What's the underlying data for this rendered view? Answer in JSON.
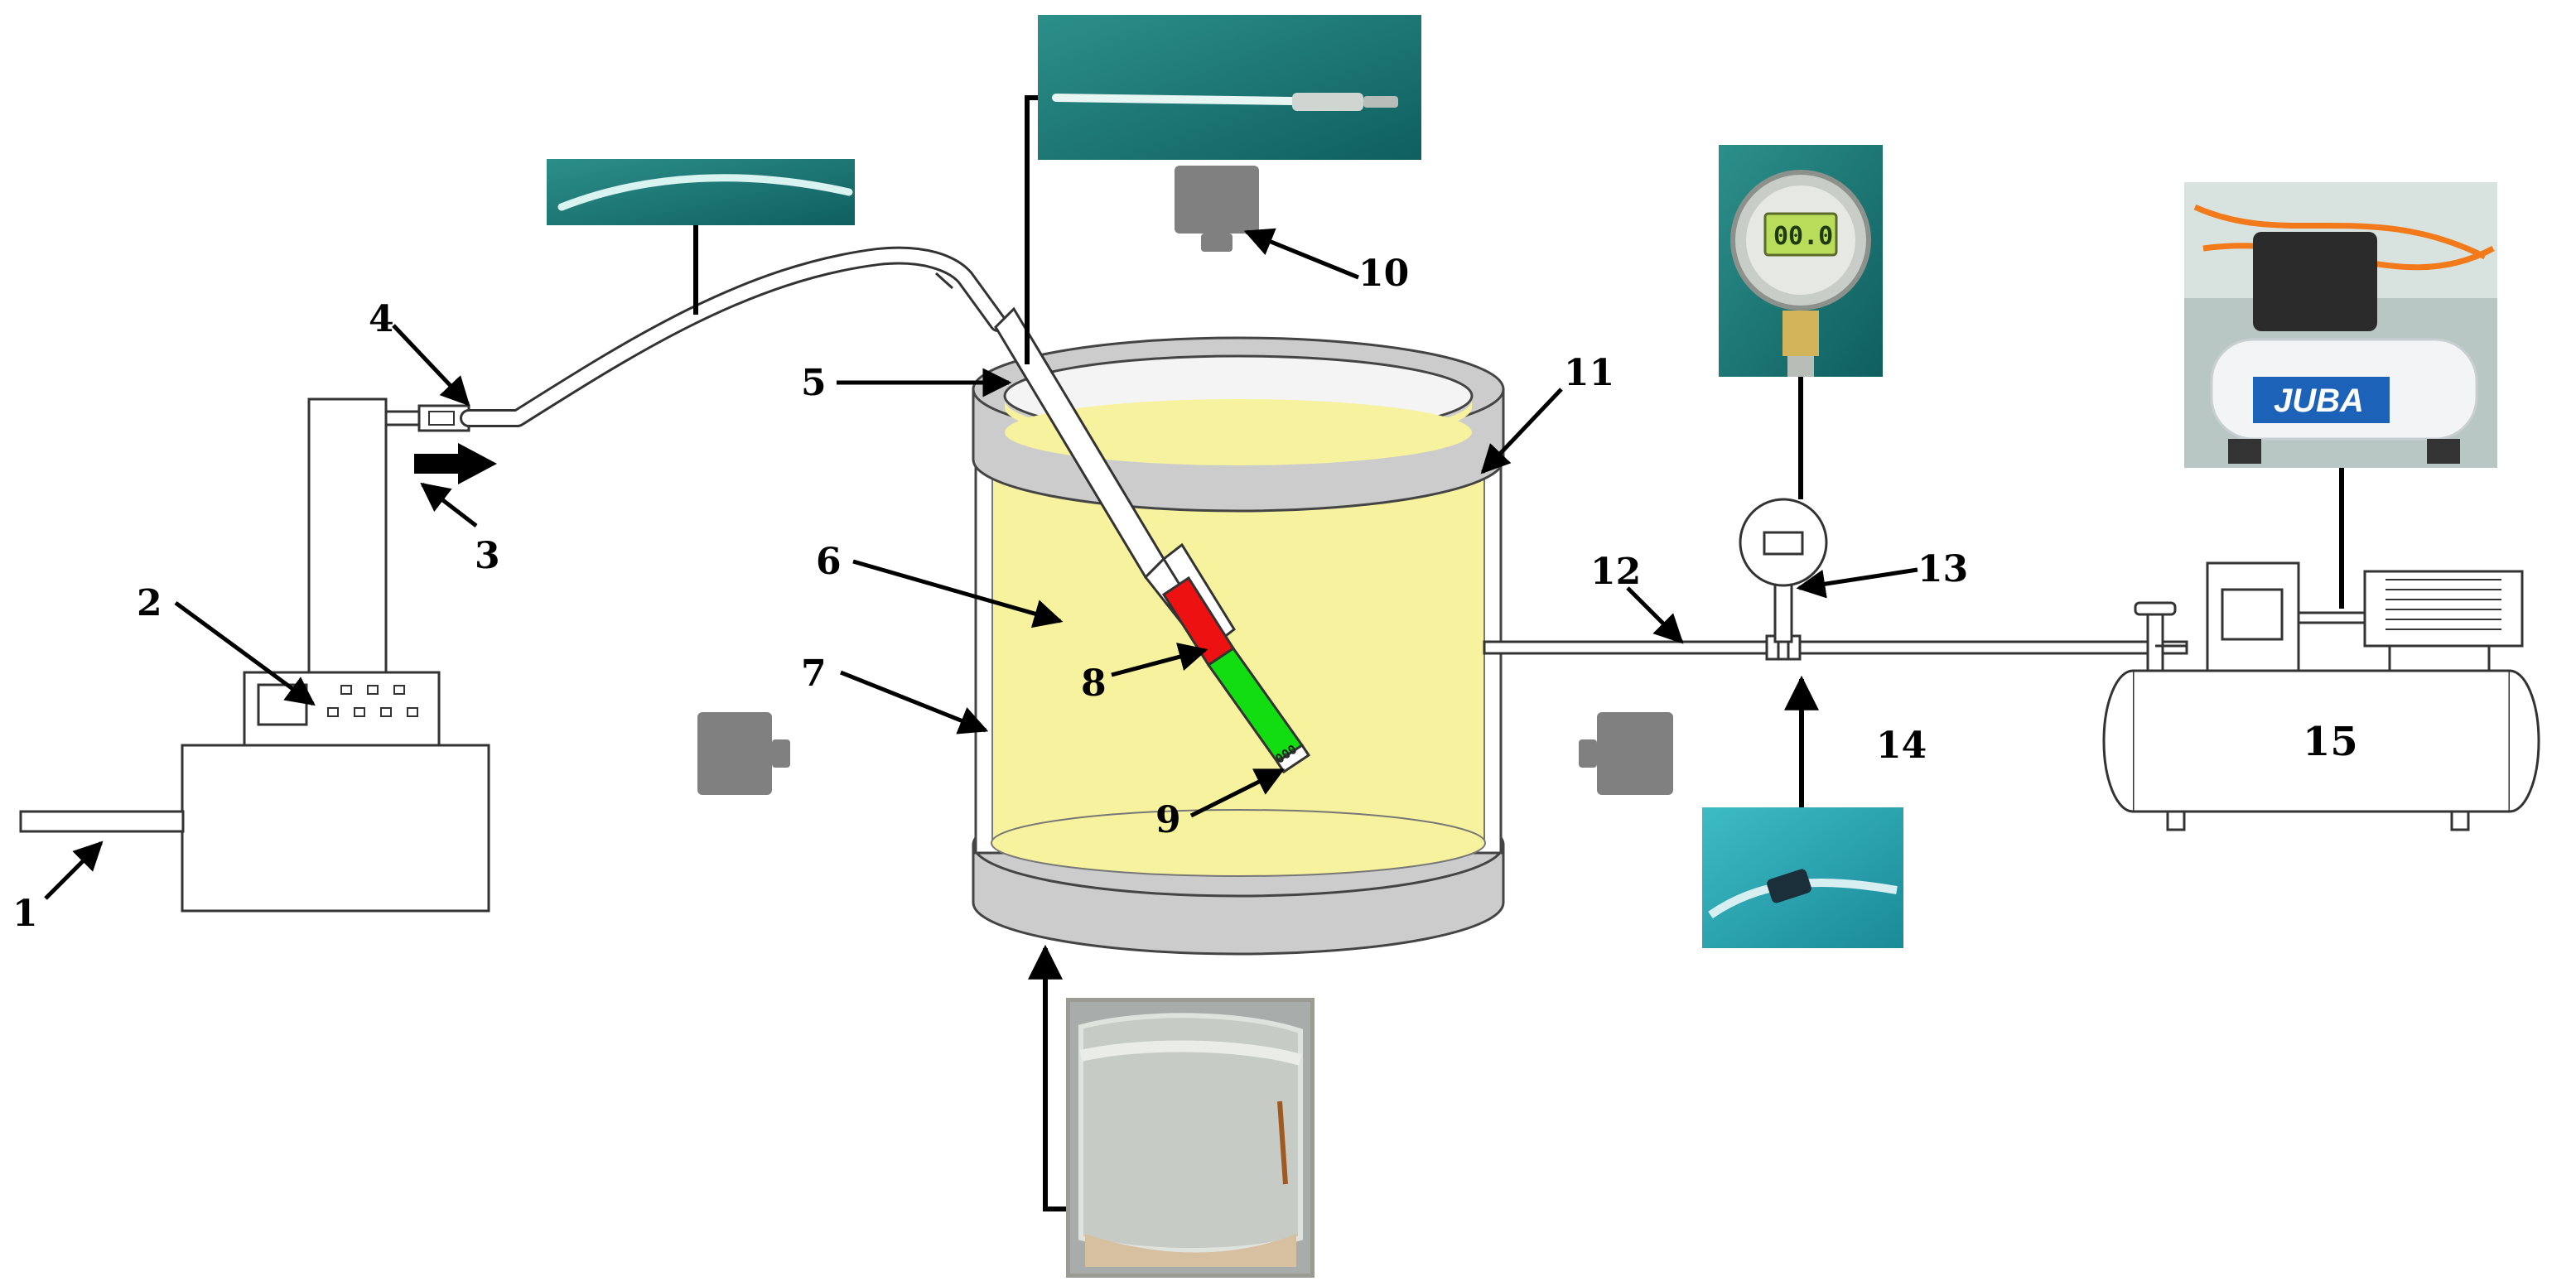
{
  "labels": {
    "l1": "1",
    "l2": "2",
    "l3": "3",
    "l4": "4",
    "l5": "5",
    "l6": "6",
    "l7": "7",
    "l8": "8",
    "l9": "9",
    "l10": "10",
    "l11": "11",
    "l12": "12",
    "l13": "13",
    "l14": "14",
    "l15": "15"
  },
  "photo_text": {
    "gauge_reading": "00.0",
    "compressor_brand": "JUBA"
  },
  "colors": {
    "sample_fill": "#f7f29d",
    "ring_gray": "#cccccc",
    "segment_red": "#ee1111",
    "segment_green": "#11dd11",
    "camera_gray": "#808080",
    "arrow_black": "#000000"
  }
}
